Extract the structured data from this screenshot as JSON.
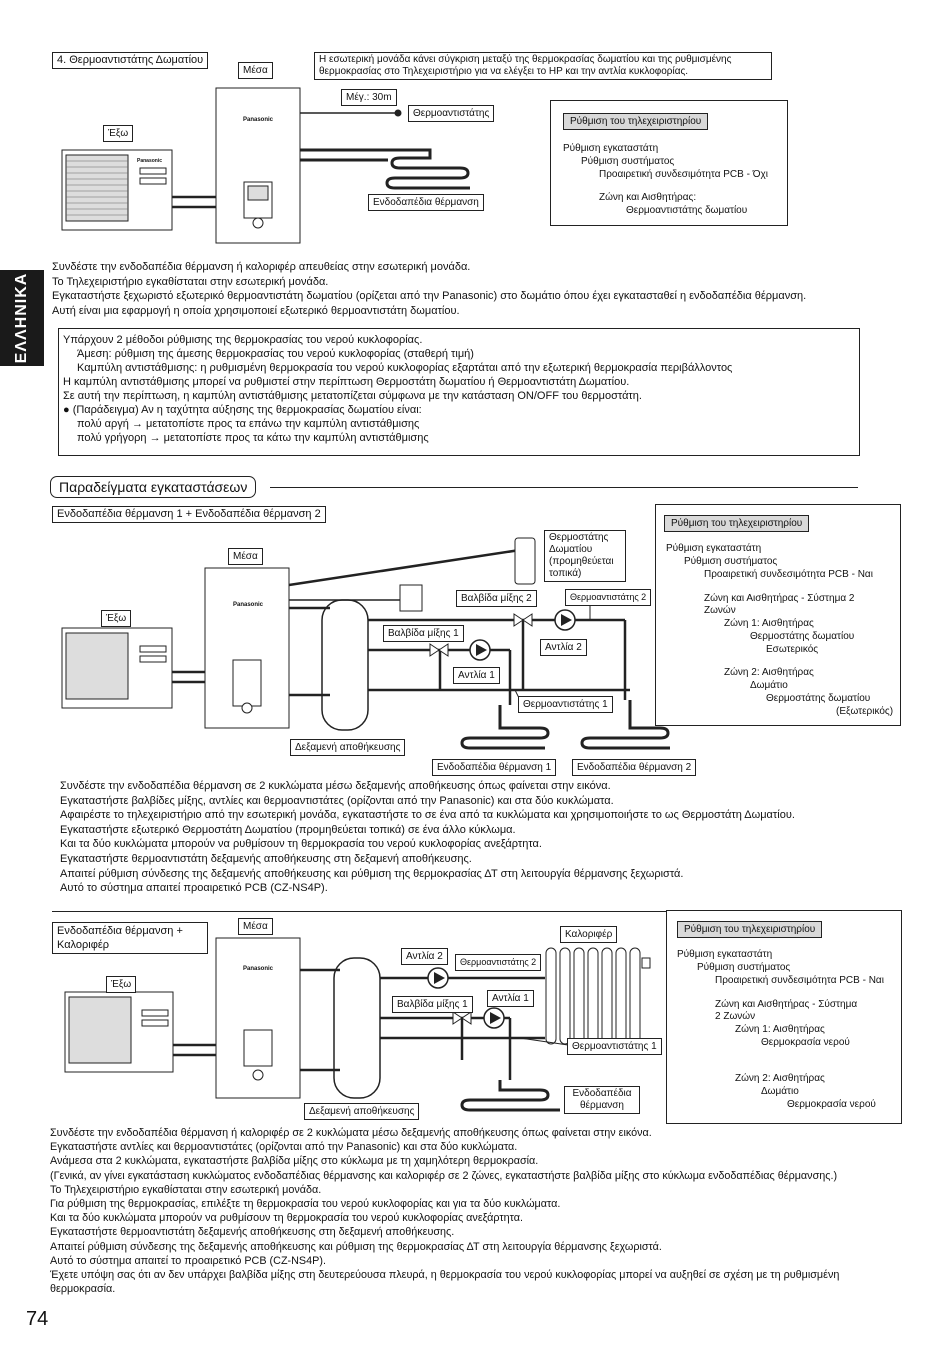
{
  "side_tab": "ΕΛΛΗΝΙΚΑ",
  "page_number": "74",
  "section1": {
    "title": "4. Θερμοαντιστάτης Δωματίου",
    "note": "Η εσωτερική μονάδα κάνει σύγκριση μεταξύ της θερμοκρασίας δωματίου και της ρυθμισμένης θερμοκρασίας στο Τηλεχειριστήριο για να ελέγξει το HP και την αντλία κυκλοφορίας.",
    "labels": {
      "inside": "Μέσα",
      "outside": "Έξω",
      "max": "Μέγ.: 30m",
      "thermistor": "Θερμοαντιστάτης",
      "floor": "Ενδοδαπέδια θέρμανση",
      "brand": "Panasonic"
    },
    "remote": {
      "header": "Ρύθμιση του τηλεχειριστηρίου",
      "lines": [
        "Ρύθμιση εγκαταστάτη",
        "Ρύθμιση συστήματος",
        "Προαιρετική συνδεσιμότητα PCB - Όχι",
        "Ζώνη και Αισθητήρας:",
        "Θερμοαντιστάτης δωματίου"
      ]
    },
    "text": [
      "Συνδέστε την ενδοδαπέδια θέρμανση ή καλοριφέρ απευθείας στην εσωτερική μονάδα.",
      "Το Τηλεχειριστήριο εγκαθίσταται στην εσωτερική μονάδα.",
      "Εγκαταστήστε ξεχωριστό εξωτερικό θερμοαντιστάτη δωματίου (ορίζεται από την Panasonic) στο δωμάτιο όπου έχει εγκατασταθεί η ενδοδαπέδια θέρμανση.",
      "Αυτή είναι μια εφαρμογή η οποία χρησιμοποιεί εξωτερικό θερμοαντιστάτη δωματίου."
    ]
  },
  "info": [
    "Υπάρχουν 2 μέθοδοι ρύθμισης της θερμοκρασίας του νερού κυκλοφορίας.",
    "Άμεση: ρύθμιση της άμεσης θερμοκρασίας του νερού κυκλοφορίας (σταθερή τιμή)",
    "Καμπύλη αντιστάθμισης: η ρυθμισμένη θερμοκρασία του νερού κυκλοφορίας εξαρτάται από την εξωτερική θερμοκρασία περιβάλλοντος",
    "Η καμπύλη αντιστάθμισης μπορεί να ρυθμιστεί στην περίπτωση Θερμοστάτη δωματίου ή Θερμοαντιστάτη Δωματίου.",
    "Σε αυτή την περίπτωση, η καμπύλη αντιστάθμισης μετατοπίζεται σύμφωνα με την κατάσταση ON/OFF του θερμοστάτη.",
    "(Παράδειγμα) Αν η ταχύτητα αύξησης της θερμοκρασίας δωματίου είναι:",
    "πολύ αργή → μετατοπίστε προς τα επάνω την καμπύλη αντιστάθμισης",
    "πολύ γρήγορη → μετατοπίστε προς τα κάτω την καμπύλη αντιστάθμισης"
  ],
  "examples_title": "Παραδείγματα εγκαταστάσεων",
  "section2": {
    "title": "Ενδοδαπέδια θέρμανση 1 + Ενδοδαπέδια θέρμανση 2",
    "labels": {
      "inside": "Μέσα",
      "outside": "Έξω",
      "room_thermostat": "Θερμοστάτης Δωματίου (προμηθεύεται τοπικά)",
      "mix_valve2": "Βαλβίδα μίξης 2",
      "thermistor2": "Θερμοαντιστάτης 2",
      "mix_valve1": "Βαλβίδα μίξης 1",
      "pump2": "Αντλία 2",
      "pump1": "Αντλία 1",
      "thermistor1": "Θερμοαντιστάτης 1",
      "tank": "Δεξαμενή αποθήκευσης",
      "floor1": "Ενδοδαπέδια θέρμανση 1",
      "floor2": "Ενδοδαπέδια θέρμανση 2",
      "brand": "Panasonic"
    },
    "remote": {
      "header": "Ρύθμιση του τηλεχειριστηρίου",
      "lines": [
        "Ρύθμιση εγκαταστάτη",
        "Ρύθμιση συστήματος",
        "Προαιρετική συνδεσιμότητα PCB - Ναι",
        "Ζώνη και Αισθητήρας - Σύστημα 2",
        "Ζωνών",
        "Ζώνη 1: Αισθητήρας",
        "Θερμοστάτης δωματίου",
        "Εσωτερικός",
        "Ζώνη 2: Αισθητήρας",
        "Δωμάτιο",
        "Θερμοστάτης δωματίου",
        "(Εξωτερικός)"
      ]
    },
    "text": [
      "Συνδέστε την ενδοδαπέδια θέρμανση σε 2 κυκλώματα μέσω δεξαμενής αποθήκευσης όπως φαίνεται στην εικόνα.",
      "Εγκαταστήστε βαλβίδες μίξης, αντλίες και θερμοαντιστάτες (ορίζονται από την Panasonic) και στα δύο κυκλώματα.",
      "Αφαιρέστε το τηλεχειριστήριο από την εσωτερική μονάδα, εγκαταστήστε το σε ένα από τα κυκλώματα και χρησιμοποιήστε το ως Θερμοστάτη Δωματίου.",
      "Εγκαταστήστε εξωτερικό Θερμοστάτη Δωματίου (προμηθεύεται τοπικά) σε ένα άλλο κύκλωμα.",
      "Και τα δύο κυκλώματα μπορούν να ρυθμίσουν τη θερμοκρασία του νερού κυκλοφορίας ανεξάρτητα.",
      "Εγκαταστήστε θερμοαντιστάτη δεξαμενής αποθήκευσης στη δεξαμενή αποθήκευσης.",
      "Απαιτεί ρύθμιση σύνδεσης της δεξαμενής αποθήκευσης και ρύθμιση της θερμοκρασίας ΔΤ στη λειτουργία θέρμανσης ξεχωριστά.",
      "Αυτό το σύστημα απαιτεί προαιρετικό PCB (CZ-NS4P)."
    ]
  },
  "section3": {
    "title": "Ενδοδαπέδια θέρμανση + Καλοριφέρ",
    "labels": {
      "inside": "Μέσα",
      "outside": "Έξω",
      "radiator": "Καλοριφέρ",
      "pump2": "Αντλία 2",
      "thermistor2": "Θερμοαντιστάτης 2",
      "mix_valve1": "Βαλβίδα μίξης 1",
      "pump1": "Αντλία 1",
      "thermistor1": "Θερμοαντιστάτης 1",
      "tank": "Δεξαμενή αποθήκευσης",
      "floor": "Ενδοδαπέδια θέρμανση",
      "brand": "Panasonic"
    },
    "remote": {
      "header": "Ρύθμιση του τηλεχειριστηρίου",
      "lines": [
        "Ρύθμιση εγκαταστάτη",
        "Ρύθμιση συστήματος",
        "Προαιρετική συνδεσιμότητα PCB - Ναι",
        "Ζώνη και Αισθητήρας - Σύστημα",
        "2 Ζωνών",
        "Ζώνη 1: Αισθητήρας",
        "Θερμοκρασία νερού",
        "Ζώνη 2: Αισθητήρας",
        "Δωμάτιο",
        "Θερμοκρασία νερού"
      ]
    },
    "text": [
      "Συνδέστε την ενδοδαπέδια θέρμανση ή καλοριφέρ σε 2 κυκλώματα μέσω δεξαμενής αποθήκευσης όπως φαίνεται στην εικόνα.",
      "Εγκαταστήστε αντλίες και θερμοαντιστάτες (ορίζονται από την Panasonic) και στα δύο κυκλώματα.",
      "Ανάμεσα στα 2 κυκλώματα, εγκαταστήστε βαλβίδα μίξης στο κύκλωμα με τη χαμηλότερη θερμοκρασία.",
      "(Γενικά, αν γίνει εγκατάσταση κυκλώματος ενδοδαπέδιας θέρμανσης και καλοριφέρ σε 2 ζώνες, εγκαταστήστε βαλβίδα μίξης στο κύκλωμα ενδοδαπέδιας θέρμανσης.)",
      "Το Τηλεχειριστήριο εγκαθίσταται στην εσωτερική μονάδα.",
      "Για ρύθμιση της θερμοκρασίας, επιλέξτε τη θερμοκρασία του νερού κυκλοφορίας και για τα δύο κυκλώματα.",
      "Και τα δύο κυκλώματα μπορούν να ρυθμίσουν τη θερμοκρασία του νερού κυκλοφορίας ανεξάρτητα.",
      "Εγκαταστήστε θερμοαντιστάτη δεξαμενής αποθήκευσης στη δεξαμενή αποθήκευσης.",
      "Απαιτεί ρύθμιση σύνδεσης της δεξαμενής αποθήκευσης και ρύθμιση της θερμοκρασίας ΔΤ στη λειτουργία θέρμανσης ξεχωριστά.",
      "Αυτό το σύστημα απαιτεί το προαιρετικό PCB (CZ-NS4P).",
      "Έχετε υπόψη σας ότι αν δεν υπάρχει βαλβίδα μίξης στη δευτερεύουσα πλευρά, η θερμοκρασία του νερού κυκλοφορίας μπορεί να αυξηθεί σε σχέση με τη ρυθμισμένη",
      "θερμοκρασία."
    ]
  }
}
